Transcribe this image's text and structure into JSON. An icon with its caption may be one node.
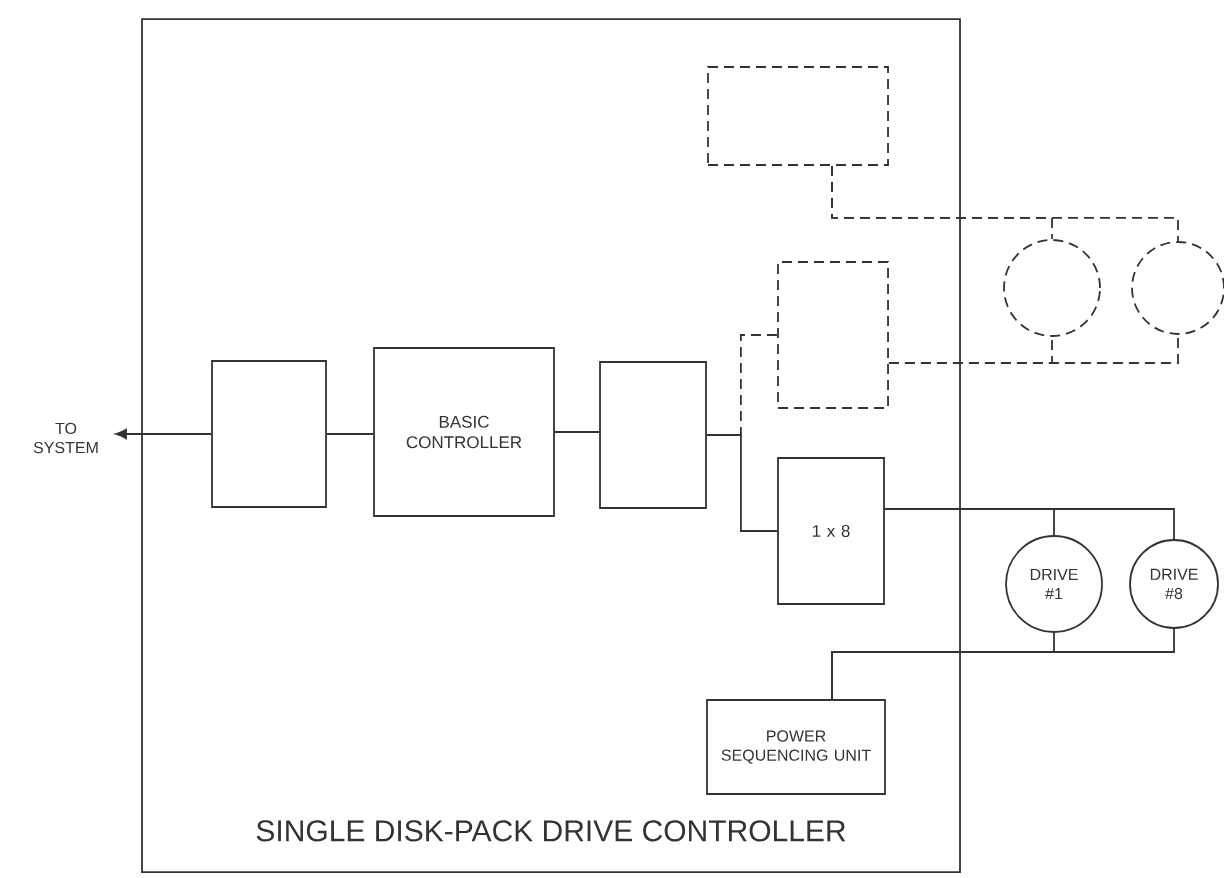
{
  "diagram": {
    "nodes": [
      {
        "text": [
          "SINGLE DISK-PACK DRIVE CONTROLLER"
        ]
      },
      {
        "text": [
          "TO SYSTEM"
        ]
      },
      {
        "text": [],
        "shape": "box",
        "in": 0
      },
      {
        "text": [
          "BASIC CONTROLLER"
        ],
        "in": 0
      },
      {
        "text": [],
        "shape": "box",
        "in": 0
      },
      {
        "text": [],
        "shape": "box",
        "in": 0
      },
      {
        "text": [],
        "shape": "box",
        "in": 0
      },
      {
        "text": [
          "1 x 8"
        ],
        "in": 0
      },
      {
        "text": [],
        "shape": "circle"
      },
      {
        "text": [],
        "shape": "circle"
      },
      {
        "text": [
          "DRIVE #1"
        ]
      },
      {
        "text": [
          "DRIVE #8"
        ]
      },
      {
        "text": [
          "POWER SEQUENCING UNIT"
        ],
        "in": 0
      }
    ],
    "edges": [
      {
        "from": 2,
        "to": 1,
        "arrow": "to"
      },
      {
        "from": 2,
        "to": 3,
        "arrow": "none"
      },
      {
        "from": 3,
        "to": 4,
        "arrow": "none"
      },
      {
        "from": 4,
        "to": 6,
        "arrow": "none",
        "style": "dashed"
      },
      {
        "from": 4,
        "to": 7,
        "arrow": "none"
      },
      {
        "from": 5,
        "to": 8,
        "arrow": "none",
        "style": "dashed"
      },
      {
        "from": 5,
        "to": 9,
        "arrow": "none",
        "style": "dashed"
      },
      {
        "from": 6,
        "to": 8,
        "arrow": "none",
        "style": "dashed"
      },
      {
        "from": 6,
        "to": 9,
        "arrow": "none",
        "style": "dashed"
      },
      {
        "from": 7,
        "to": 10,
        "arrow": "none"
      },
      {
        "from": 7,
        "to": 11,
        "arrow": "none"
      },
      {
        "from": 12,
        "to": 10,
        "arrow": "none"
      },
      {
        "from": 12,
        "to": 11,
        "arrow": "none"
      }
    ]
  }
}
